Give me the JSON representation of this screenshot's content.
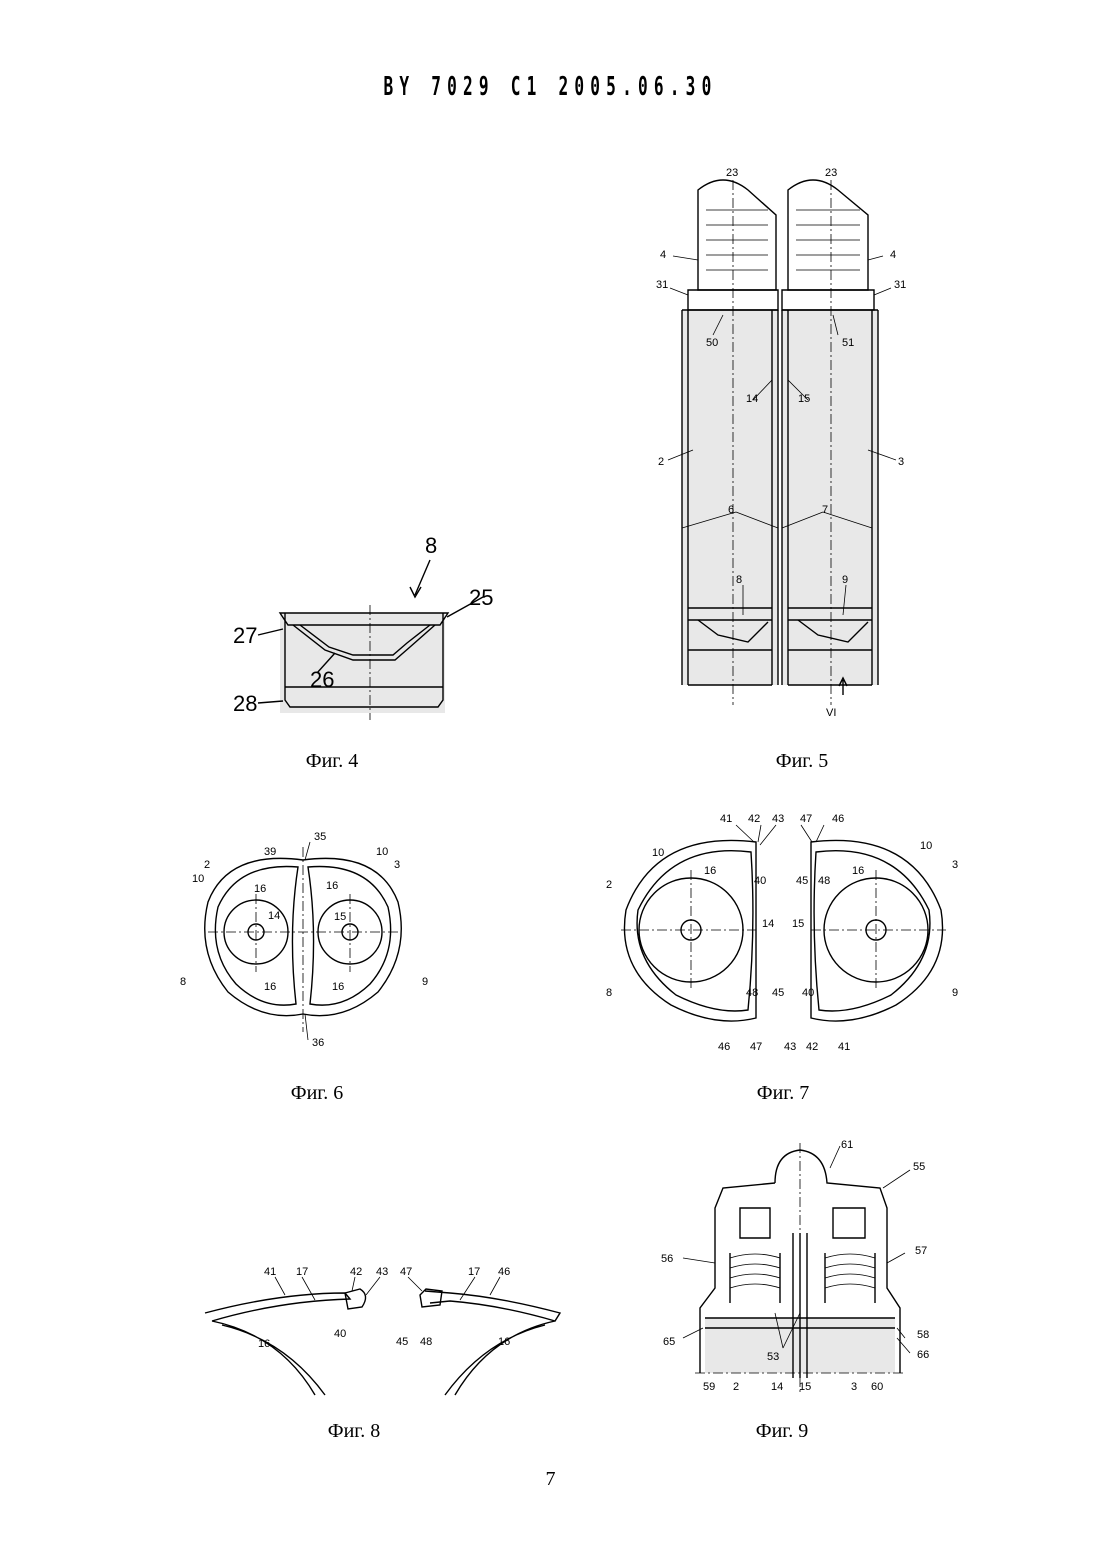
{
  "header": "BY 7029 C1 2005.06.30",
  "page_number": "7",
  "figures": [
    {
      "caption": "Фиг. 4",
      "labels": [
        "8",
        "25",
        "27",
        "26",
        "28"
      ]
    },
    {
      "caption": "Фиг. 5",
      "labels": [
        "23",
        "23",
        "4",
        "4",
        "31",
        "31",
        "50",
        "51",
        "14",
        "15",
        "2",
        "3",
        "6",
        "7",
        "8",
        "9",
        "VI"
      ]
    },
    {
      "caption": "Фиг. 6",
      "labels": [
        "35",
        "39",
        "2",
        "10",
        "10",
        "3",
        "16",
        "16",
        "14",
        "15",
        "8",
        "9",
        "16",
        "16",
        "36"
      ]
    },
    {
      "caption": "Фиг. 7",
      "labels": [
        "41",
        "42",
        "43",
        "47",
        "46",
        "10",
        "10",
        "16",
        "40",
        "45",
        "48",
        "16",
        "2",
        "3",
        "14",
        "15",
        "8",
        "9",
        "48",
        "45",
        "40",
        "46",
        "47",
        "43",
        "42",
        "41"
      ]
    },
    {
      "caption": "Фиг. 8",
      "labels": [
        "41",
        "17",
        "42",
        "43",
        "47",
        "17",
        "46",
        "40",
        "16",
        "45",
        "48",
        "16"
      ]
    },
    {
      "caption": "Фиг. 9",
      "labels": [
        "61",
        "55",
        "56",
        "57",
        "65",
        "58",
        "53",
        "66",
        "59",
        "2",
        "14",
        "15",
        "3",
        "60"
      ]
    }
  ]
}
